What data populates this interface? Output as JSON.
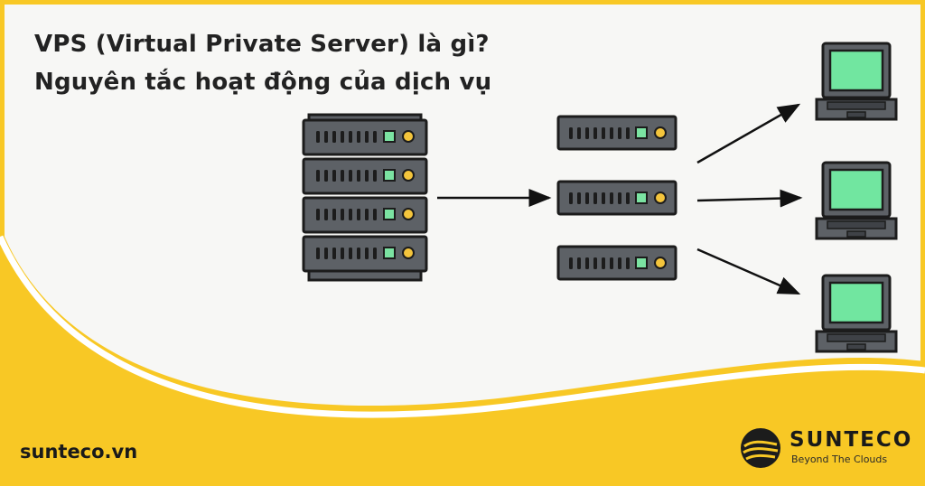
{
  "title": {
    "line1": "VPS (Virtual Private Server) là gì?",
    "line2": "Nguyên tắc hoạt động của dịch vụ"
  },
  "footer": {
    "website": "sunteco.vn",
    "brand_name": "SUNTECO",
    "brand_tagline": "Beyond The Clouds"
  },
  "colors": {
    "accent_yellow": "#f8c825",
    "background": "#f7f7f5",
    "server_body": "#5d6166",
    "server_outline": "#1c1c1c",
    "indicator_green": "#7be3a2",
    "indicator_yellow": "#f4c53c",
    "screen_green": "#71e6a0"
  },
  "icons": {
    "main_server": "server-rack-icon",
    "vps_units": "server-unit-icon",
    "clients": "laptop-icon",
    "logo": "sunteco-logo-icon"
  }
}
